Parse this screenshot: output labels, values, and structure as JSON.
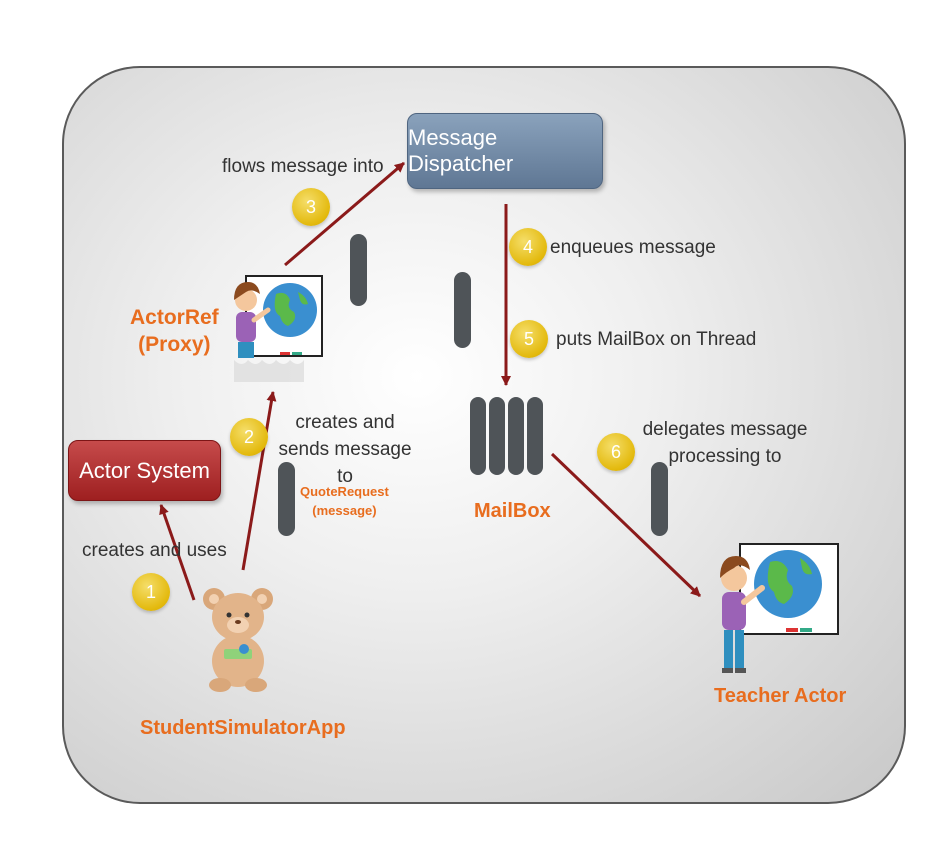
{
  "nodes": {
    "dispatcher": "Message Dispatcher",
    "actor_system": "Actor System",
    "actorref_line1": "ActorRef",
    "actorref_line2": "(Proxy)",
    "mailbox": "MailBox",
    "quote_line1": "QuoteRequest",
    "quote_line2": "(message)",
    "student_app": "StudentSimulatorApp",
    "teacher": "Teacher Actor"
  },
  "steps": [
    {
      "num": "1",
      "label": "creates and uses"
    },
    {
      "num": "2",
      "label": "creates and sends message to"
    },
    {
      "num": "3",
      "label": "flows message into"
    },
    {
      "num": "4",
      "label": "enqueues message"
    },
    {
      "num": "5",
      "label": "puts MailBox on Thread"
    },
    {
      "num": "6",
      "label": "delegates message processing to"
    }
  ],
  "colors": {
    "arrow": "#8b1a1a",
    "label_orange": "#e86d1f",
    "badge": "#e3b90c",
    "message_block": "#4f5458",
    "dispatcher_box": "#6b84a2",
    "actor_system_box": "#b02d2e"
  }
}
